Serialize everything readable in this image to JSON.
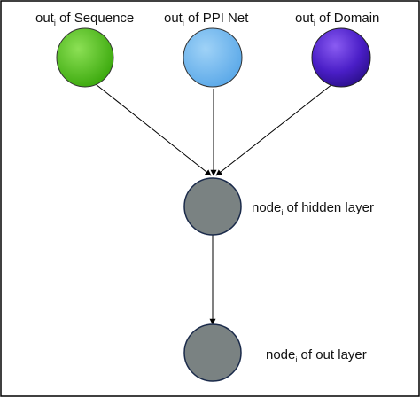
{
  "nodes": {
    "sequence": {
      "label_main": "out",
      "label_sub": "i",
      "label_rest": " of Sequence",
      "color": "#4fc21a"
    },
    "ppi": {
      "label_main": "out",
      "label_sub": "i",
      "label_rest": " of PPI Net",
      "color": "#6cb6ef"
    },
    "domain": {
      "label_main": "out",
      "label_sub": "i",
      "label_rest": " of Domain",
      "color": "#4a1ec7"
    },
    "hidden": {
      "label_main": "node",
      "label_sub": "i",
      "label_rest": " of hidden layer",
      "color": "#7a8282"
    },
    "output": {
      "label_main": "node",
      "label_sub": "i",
      "label_rest": " of out layer",
      "color": "#7a8282"
    }
  },
  "colors": {
    "edge": "#000000",
    "frame": "#000000"
  }
}
